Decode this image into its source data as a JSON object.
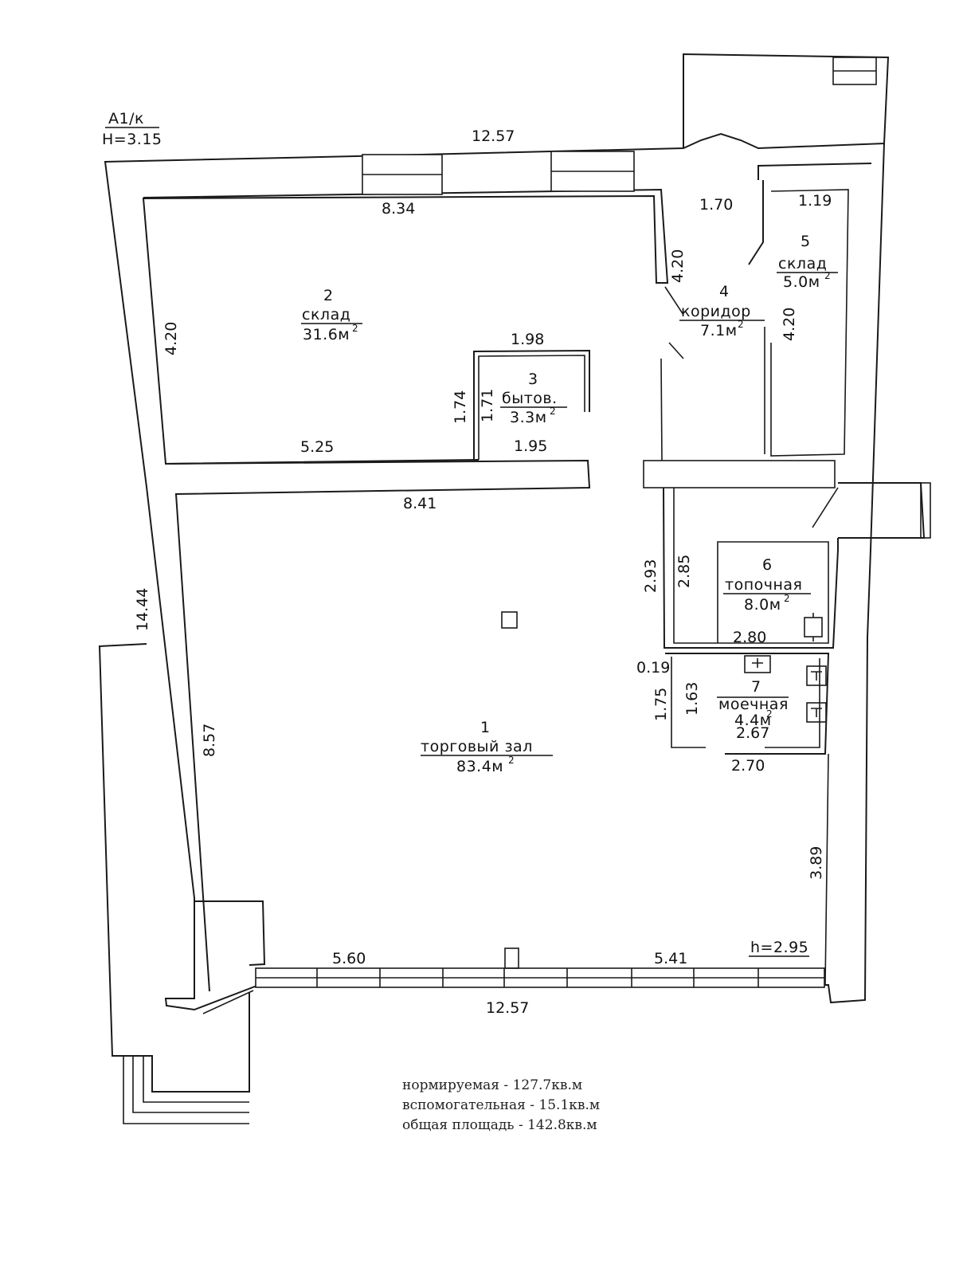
{
  "sheet": {
    "code": "А1/к",
    "height_top": "H=3.15",
    "height_bottom": "h=2.95"
  },
  "dimensions": {
    "top_outer": "12.57",
    "top_inner": "8.34",
    "left_upper": "4.20",
    "left_total": "14.44",
    "left_lower": "8.57",
    "corridor_width": "1.70",
    "corridor_len": "4.20",
    "store5_width": "1.19",
    "store5_len": "4.20",
    "bytov_top": "1.98",
    "bytov_side_out": "1.74",
    "bytov_side_in": "1.71",
    "bytov_bottom": "1.95",
    "store2_bottom": "5.25",
    "hall_top": "8.41",
    "boiler_out": "2.93",
    "boiler_in": "2.85",
    "boiler_bottom": "2.80",
    "wash_gap": "0.19",
    "wash_out": "1.75",
    "wash_in": "1.63",
    "wash_inner_bottom": "2.67",
    "wash_bottom": "2.70",
    "right_lower": "3.89",
    "bottom_left": "5.60",
    "bottom_right": "5.41",
    "bottom_outer": "12.57"
  },
  "rooms": [
    {
      "num": "1",
      "name": "торговый зал",
      "area": "83.4м",
      "sup": "2"
    },
    {
      "num": "2",
      "name": "склад",
      "area": "31.6м",
      "sup": "2"
    },
    {
      "num": "3",
      "name": "бытов.",
      "area": "3.3м",
      "sup": "2"
    },
    {
      "num": "4",
      "name": "коридор",
      "area": "7.1м",
      "sup": "2"
    },
    {
      "num": "5",
      "name": "склад",
      "area": "5.0м",
      "sup": "2"
    },
    {
      "num": "6",
      "name": "топочная",
      "area": "8.0м",
      "sup": "2"
    },
    {
      "num": "7",
      "name": "моечная",
      "area": "4.4м",
      "sup": "2"
    }
  ],
  "summary": [
    "нормируемая - 127.7кв.м",
    "вспомогательная - 15.1кв.м",
    "общая площадь - 142.8кв.м"
  ]
}
